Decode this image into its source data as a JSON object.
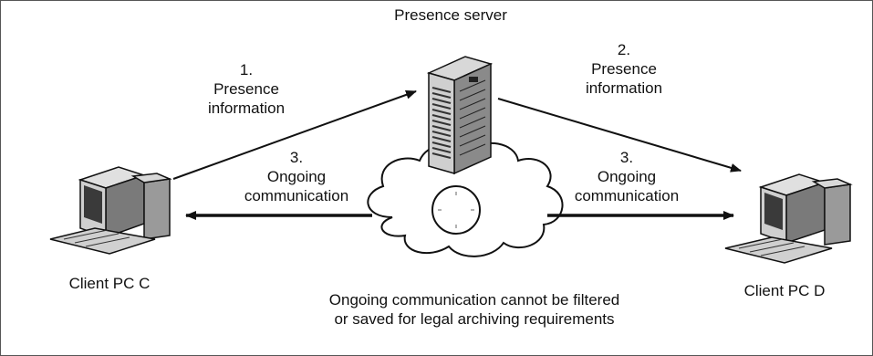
{
  "server": {
    "label": "Presence server"
  },
  "clients": {
    "left": {
      "label": "Client PC C"
    },
    "right": {
      "label": "Client PC D"
    }
  },
  "edges": {
    "step1": {
      "number": "1.",
      "line1": "Presence",
      "line2": "information"
    },
    "step2": {
      "number": "2.",
      "line1": "Presence",
      "line2": "information"
    },
    "step3_left": {
      "number": "3.",
      "line1": "Ongoing",
      "line2": "communication"
    },
    "step3_right": {
      "number": "3.",
      "line1": "Ongoing",
      "line2": "communication"
    }
  },
  "note": {
    "line1": "Ongoing communication cannot be filtered",
    "line2": "or saved for legal archiving requirements"
  }
}
